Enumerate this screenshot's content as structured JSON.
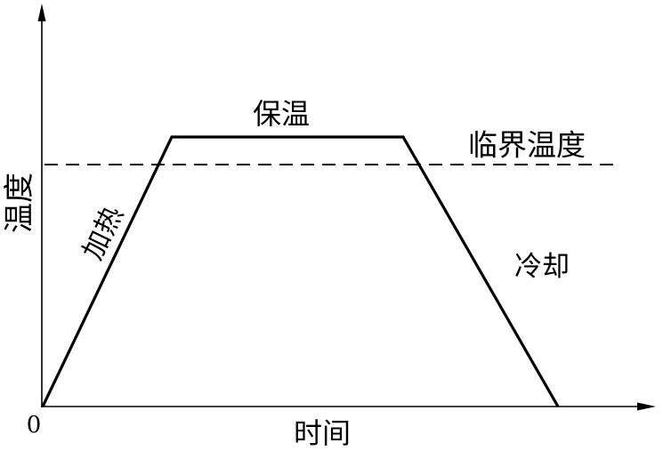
{
  "axes": {
    "y_label": "温度",
    "x_label": "时间",
    "origin_label": "0"
  },
  "phases": {
    "heating_label": "加热",
    "holding_label": "保温",
    "cooling_label": "冷却"
  },
  "critical_line": {
    "label": "临界温度"
  },
  "colors": {
    "line": "#000000",
    "background": "#ffffff"
  }
}
